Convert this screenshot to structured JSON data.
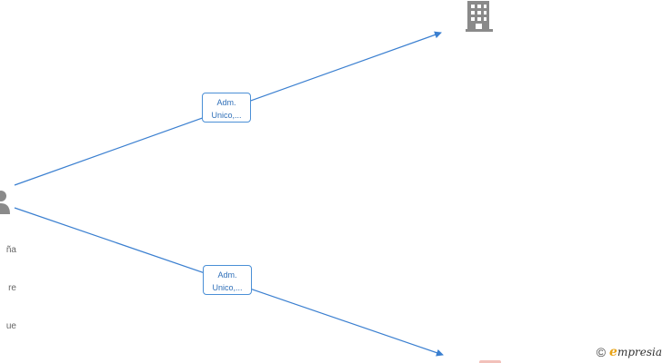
{
  "person": {
    "icon": "person-icon",
    "label_lines": [
      "ña",
      "re",
      "ue"
    ]
  },
  "edges": [
    {
      "label_line1": "Adm.",
      "label_line2": "Unico,..."
    },
    {
      "label_line1": "Adm.",
      "label_line2": "Unico,..."
    }
  ],
  "company_top": {
    "icon": "building-icon"
  },
  "company_bottom": {
    "icon": "building-icon",
    "color": "#f2c1ba"
  },
  "watermark": {
    "symbol": "©",
    "brand_first": "e",
    "brand_rest": "mpresia"
  },
  "colors": {
    "edge": "#3a7fd0",
    "label_border": "#4a8fd6",
    "icon_gray": "#8a8a8a"
  }
}
